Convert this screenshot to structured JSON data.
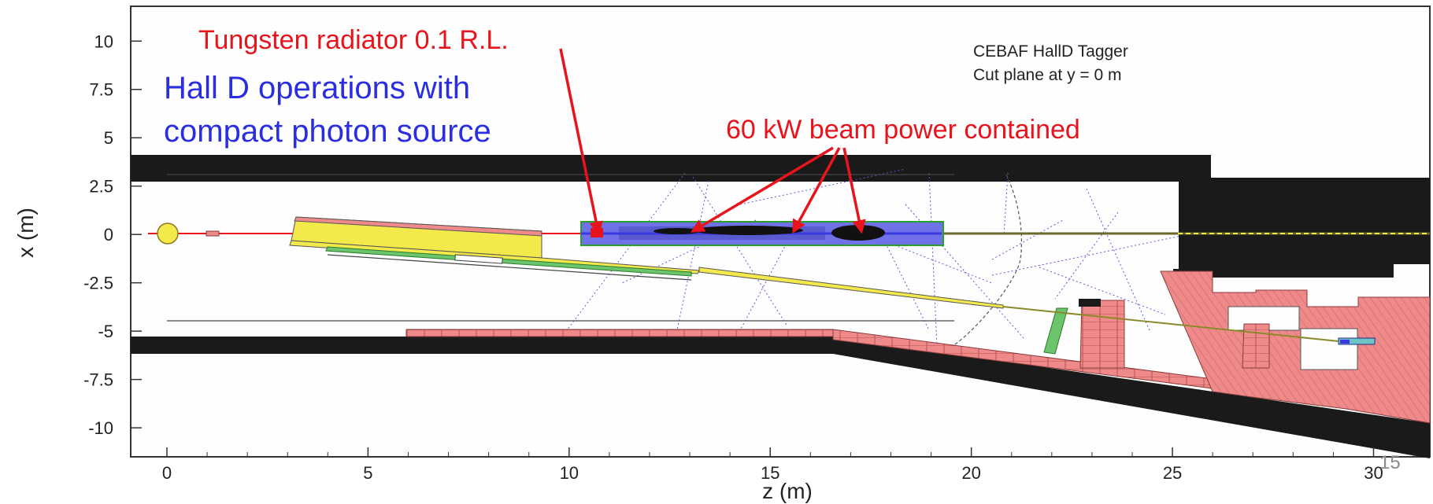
{
  "chart_data": {
    "type": "diagram",
    "title": "CEBAF HallD Tagger",
    "subtitle": "Cut plane at y = 0 m",
    "xlabel": "z (m)",
    "ylabel": "x (m)",
    "xlim": [
      -0.9,
      31.4
    ],
    "ylim": [
      -11.5,
      11.8
    ],
    "x_ticks": [
      0,
      5,
      10,
      15,
      20,
      25,
      30
    ],
    "x_tick_labels": [
      "0",
      "5",
      "10",
      "15",
      "20",
      "25",
      "30"
    ],
    "y_ticks": [
      10,
      7.5,
      5,
      2.5,
      0,
      -2.5,
      -5,
      -7.5,
      -10
    ],
    "y_tick_labels": [
      "10",
      "7.5",
      "5",
      "2.5",
      "0",
      "-2.5",
      "-5",
      "-7.5",
      "-10"
    ],
    "annotations": {
      "radiator": "Tungsten radiator 0.1 R.L.",
      "power": "60 kW beam power contained",
      "operations_line1": "Hall D operations with",
      "operations_line2": "compact photon source"
    },
    "page_number": "15"
  },
  "colors": {
    "shield_black": "#1a1a1a",
    "shield_pink": "#ef8a8a",
    "absorber_blue": "#7070e8",
    "magnet_yellow": "#f4e94a",
    "beam_red": "#e8141c",
    "label_blue": "#2a2ee0"
  }
}
